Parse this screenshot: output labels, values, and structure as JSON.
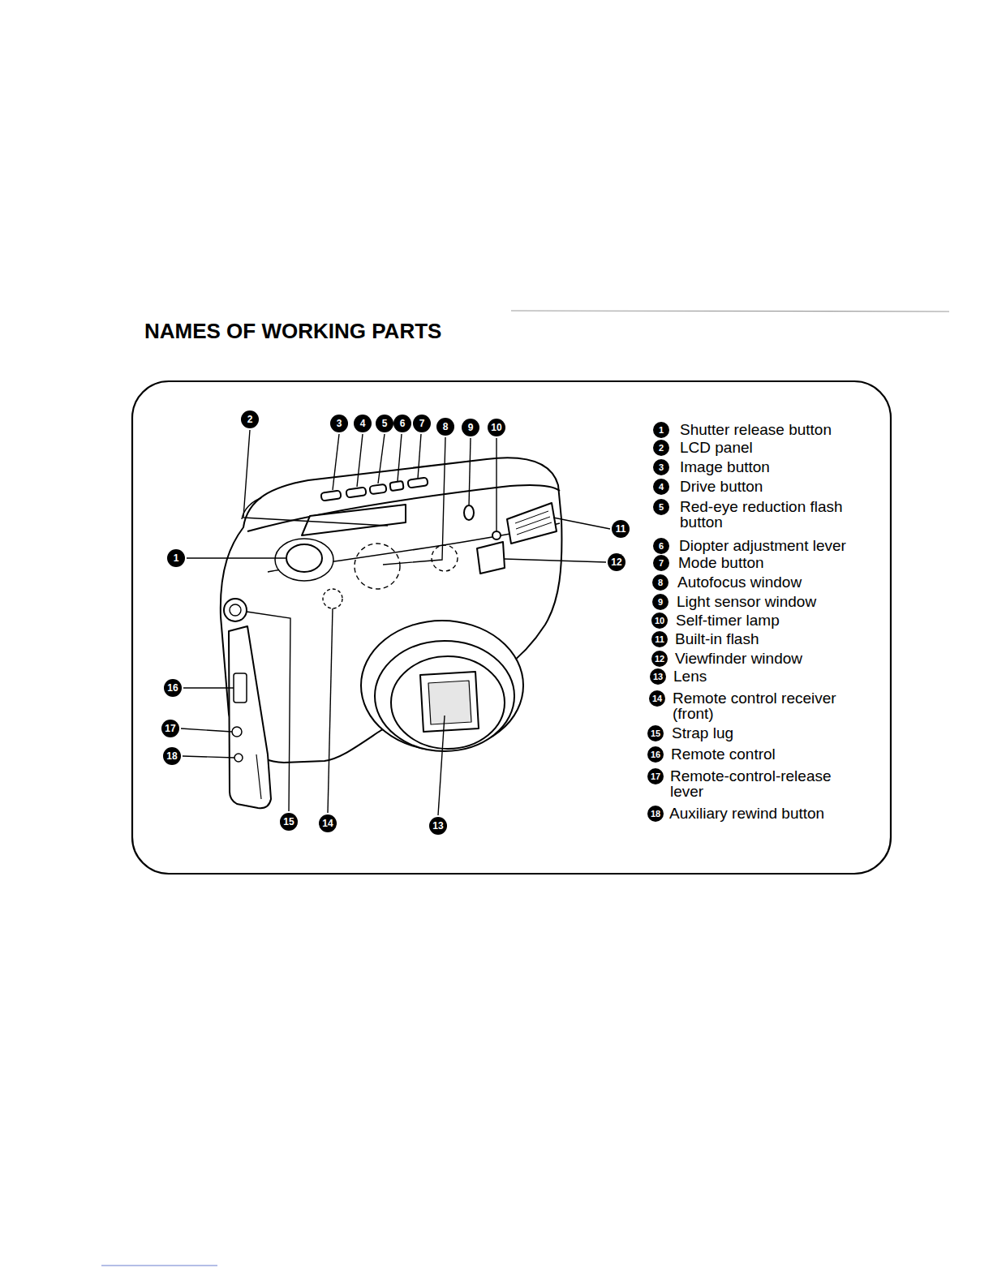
{
  "diagram": {
    "title": "NAMES OF WORKING PARTS",
    "labels": [
      "2",
      "3",
      "4",
      "5",
      "6",
      "7",
      "8",
      "9",
      "10",
      "1",
      "11",
      "12",
      "16",
      "17",
      "18",
      "15",
      "14",
      "13",
      "1",
      "Shutter release button",
      "2",
      "LCD panel",
      "3",
      "Image button",
      "4",
      "Drive button",
      "5",
      "Red-eye reduction flash button",
      "6",
      "Diopter adjustment lever",
      "7",
      "Mode button",
      "8",
      "Autofocus window",
      "9",
      "Light sensor window",
      "10",
      "Self-timer lamp",
      "11",
      "Built-in flash",
      "12",
      "Viewfinder window",
      "13",
      "Lens",
      "14",
      "Remote control receiver (front)",
      "15",
      "Strap lug",
      "16",
      "Remote control",
      "17",
      "Remote-control-release lever",
      "18",
      "Auxiliary rewind button"
    ]
  }
}
